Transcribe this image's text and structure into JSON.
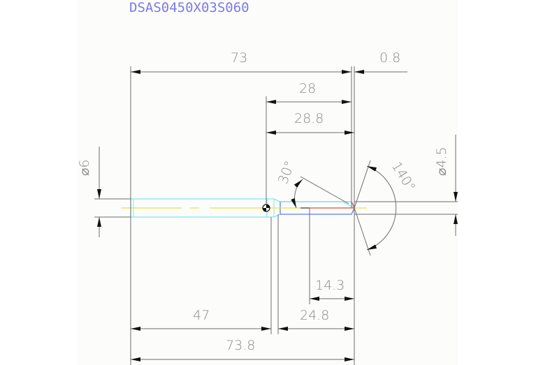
{
  "title": "DSAS0450X03S060",
  "colors": {
    "background": "#ffffff",
    "sheet": "#fcfdfb",
    "title": "#7a7ae8",
    "dimension_line": "#6e6e6e",
    "dimension_text": "#8a8a8a",
    "shank_outline": "#7fe8f0",
    "body_outline": "#5a7ef0",
    "centerline": "#f0e040",
    "cutting_edge": "#e05030"
  },
  "dimensions": {
    "overall_length_to_edge": "73",
    "tip_offset": "0.8",
    "flute_length": "28",
    "flute_length_total": "28.8",
    "shank_length": "47",
    "body_length": "24.8",
    "short_length": "14.3",
    "overall_length": "73.8",
    "shank_diameter": "⌀6",
    "drill_diameter": "⌀4.5",
    "helix_angle": "30°",
    "point_angle": "140°"
  }
}
